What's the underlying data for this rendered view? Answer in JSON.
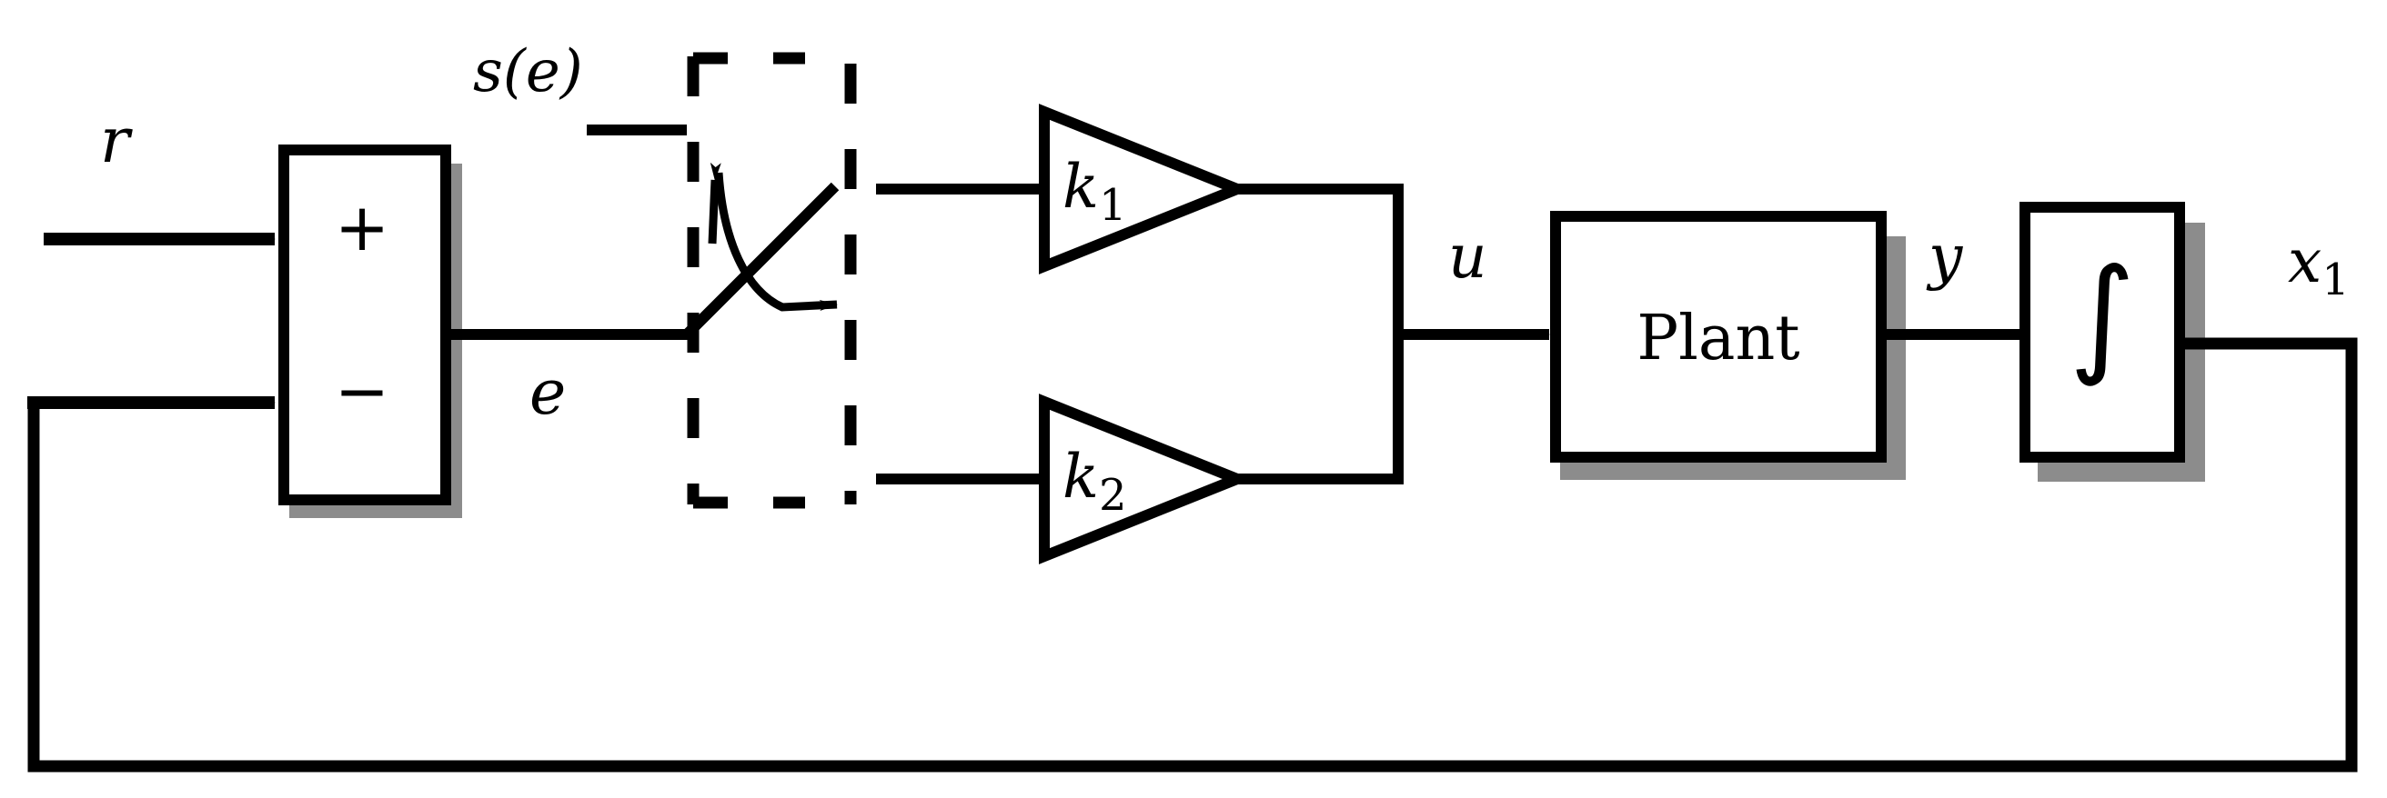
{
  "signals": {
    "r": "r",
    "e": "e",
    "s_e": "s(e)",
    "u": "u",
    "y": "y",
    "x1": "x",
    "x1_sub": "1"
  },
  "summing_junction": {
    "plus": "+",
    "minus": "−"
  },
  "gains": {
    "k1": "k",
    "k1_sub": "1",
    "k2": "k",
    "k2_sub": "2"
  },
  "blocks": {
    "plant": "Plant",
    "integrator": "∫"
  },
  "colors": {
    "stroke": "#000000",
    "shadow": "#8c8c8c",
    "background": "#ffffff"
  }
}
